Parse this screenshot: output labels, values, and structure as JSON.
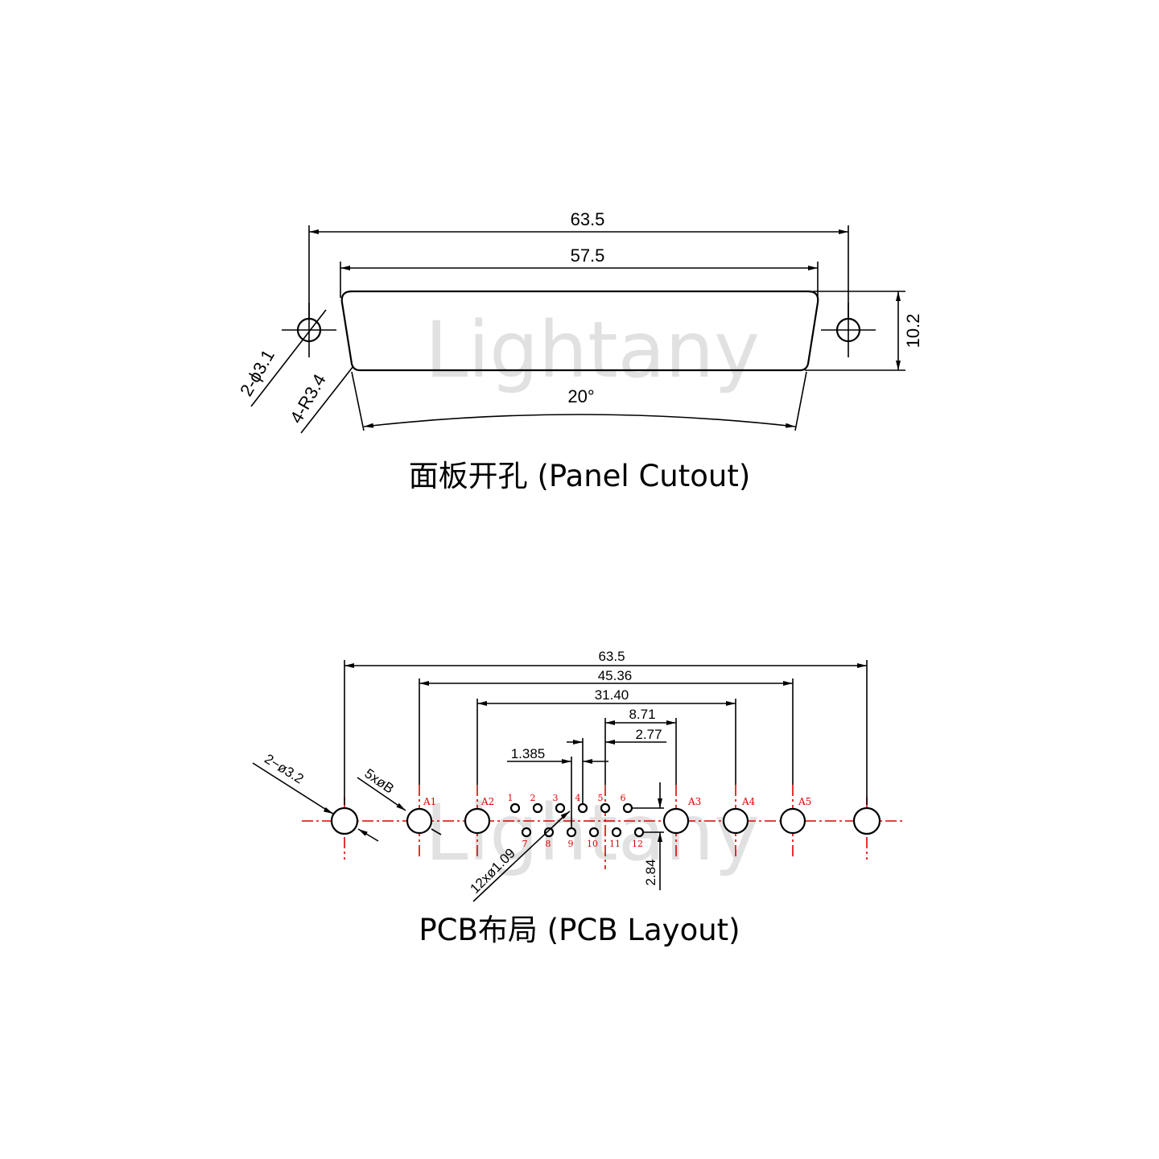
{
  "watermark": "Lightany",
  "panel_cutout": {
    "caption": "面板开孔 (Panel Cutout)",
    "dim_overall": "63.5",
    "dim_body": "57.5",
    "dim_height": "10.2",
    "dim_angle": "20°",
    "dim_hole": "2-ϕ3.1",
    "dim_radius": "4-R3.4"
  },
  "pcb_layout": {
    "caption": "PCB布局 (PCB Layout)",
    "dim_overall": "63.5",
    "dim_a_span": "45.36",
    "dim_a_inner": "31.40",
    "dim_8_71": "8.71",
    "dim_2_77": "2.77",
    "dim_1_385": "1.385",
    "dim_row": "2.84",
    "dim_mount_hole": "2−ø3.2",
    "dim_a_holes": "5xøB",
    "dim_signal_holes": "12xø1.09",
    "a_labels": [
      "A1",
      "A2",
      "A3",
      "A4",
      "A5"
    ],
    "pin_labels_top": [
      "1",
      "2",
      "3",
      "4",
      "5",
      "6"
    ],
    "pin_labels_bottom": [
      "7",
      "8",
      "9",
      "10",
      "11",
      "12"
    ]
  }
}
